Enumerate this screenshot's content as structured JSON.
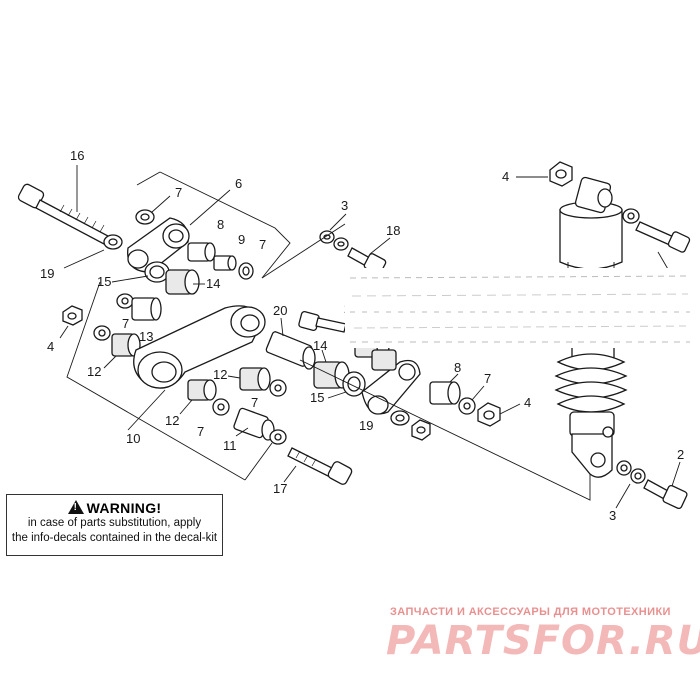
{
  "callouts": [
    {
      "id": "c16",
      "text": "16"
    },
    {
      "id": "c7a",
      "text": "7"
    },
    {
      "id": "c6",
      "text": "6"
    },
    {
      "id": "c8a",
      "text": "8"
    },
    {
      "id": "c9",
      "text": "9"
    },
    {
      "id": "c7b",
      "text": "7"
    },
    {
      "id": "c19a",
      "text": "19"
    },
    {
      "id": "c15a",
      "text": "15"
    },
    {
      "id": "c14a",
      "text": "14"
    },
    {
      "id": "c7c",
      "text": "7"
    },
    {
      "id": "c13",
      "text": "13"
    },
    {
      "id": "c4a",
      "text": "4"
    },
    {
      "id": "c12a",
      "text": "12"
    },
    {
      "id": "c10",
      "text": "10"
    },
    {
      "id": "c12b",
      "text": "12"
    },
    {
      "id": "c12c",
      "text": "12"
    },
    {
      "id": "c7d",
      "text": "7"
    },
    {
      "id": "c7e",
      "text": "7"
    },
    {
      "id": "c11",
      "text": "11"
    },
    {
      "id": "c20",
      "text": "20"
    },
    {
      "id": "c3a",
      "text": "3"
    },
    {
      "id": "c18",
      "text": "18"
    },
    {
      "id": "c2a",
      "text": "2"
    },
    {
      "id": "c14b",
      "text": "14"
    },
    {
      "id": "c15b",
      "text": "15"
    },
    {
      "id": "c19b",
      "text": "19"
    },
    {
      "id": "c8b",
      "text": "8"
    },
    {
      "id": "c7f",
      "text": "7"
    },
    {
      "id": "c4b",
      "text": "4"
    },
    {
      "id": "c17",
      "text": "17"
    },
    {
      "id": "c4c",
      "text": "4"
    },
    {
      "id": "c2b",
      "text": "2"
    },
    {
      "id": "c3b",
      "text": "3"
    }
  ],
  "warning": {
    "title": "WARNING!",
    "line1": "in case of parts substitution, apply",
    "line2": "the info-decals contained in the decal-kit"
  },
  "watermark": {
    "caption": "ЗАПЧАСТИ И АКСЕССУАРЫ ДЛЯ МОТОТЕХНИКИ",
    "logo": "PARTSFOR.RU"
  },
  "colors": {
    "line": "#1a1a1a",
    "watermark": "#f3b8b8"
  }
}
